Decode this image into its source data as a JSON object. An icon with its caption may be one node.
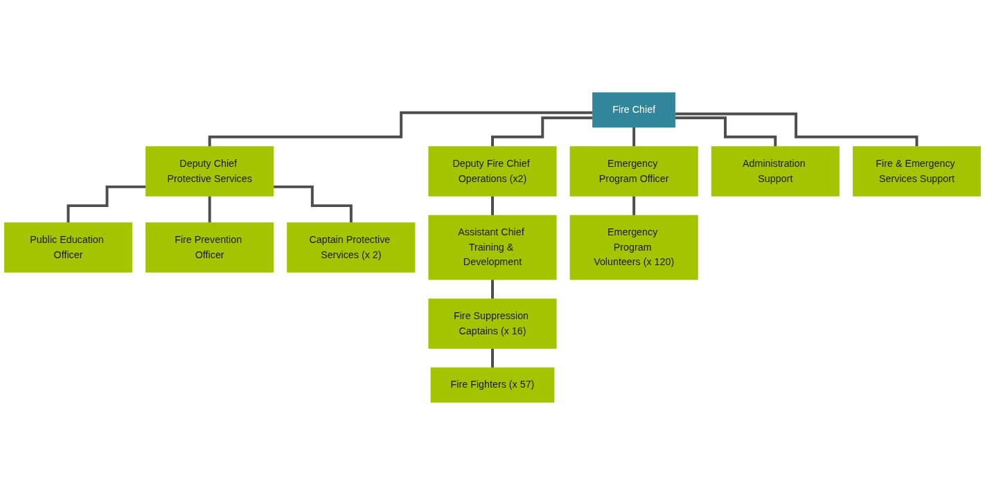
{
  "diagram": {
    "nodes": [
      {
        "text": [
          "Fire Chief"
        ]
      },
      {
        "text": [
          "Deputy Chief Protective Services"
        ]
      },
      {
        "text": [
          "Deputy Fire Chief Operations (x2)"
        ]
      },
      {
        "text": [
          "Emergency Program Officer"
        ]
      },
      {
        "text": [
          "Administration Support"
        ]
      },
      {
        "text": [
          "Fire & Emergency Services Support"
        ]
      },
      {
        "text": [
          "Public Education Officer"
        ]
      },
      {
        "text": [
          "Fire Prevention Officer"
        ]
      },
      {
        "text": [
          "Captain Protective Services (x 2)"
        ]
      },
      {
        "text": [
          "Assistant Chief Training & Development"
        ]
      },
      {
        "text": [
          "Emergency Program Volunteers (x 120)"
        ]
      },
      {
        "text": [
          "Fire Suppression Captains (x 16)"
        ]
      },
      {
        "text": [
          "Fire Fighters (x 57)"
        ]
      }
    ],
    "edges": [
      {
        "from": 0,
        "to": 1,
        "arrow": "none"
      },
      {
        "from": 0,
        "to": 2,
        "arrow": "none"
      },
      {
        "from": 0,
        "to": 3,
        "arrow": "none"
      },
      {
        "from": 0,
        "to": 4,
        "arrow": "none"
      },
      {
        "from": 0,
        "to": 5,
        "arrow": "none"
      },
      {
        "from": 1,
        "to": 6,
        "arrow": "none"
      },
      {
        "from": 1,
        "to": 7,
        "arrow": "none"
      },
      {
        "from": 1,
        "to": 8,
        "arrow": "none"
      },
      {
        "from": 2,
        "to": 9,
        "arrow": "none"
      },
      {
        "from": 3,
        "to": 10,
        "arrow": "none"
      },
      {
        "from": 9,
        "to": 11,
        "arrow": "none"
      },
      {
        "from": 11,
        "to": 12,
        "arrow": "none"
      }
    ]
  }
}
